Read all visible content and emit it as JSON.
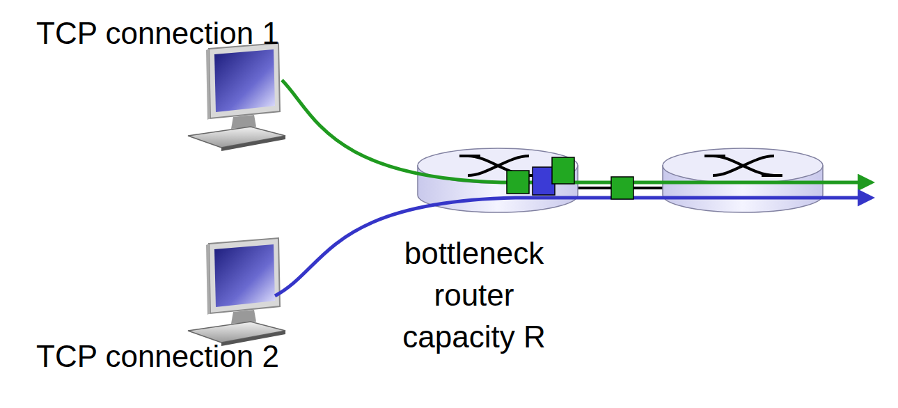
{
  "diagram": {
    "labels": [
      "TCP connection 1",
      "bottleneck router capacity R",
      "TCP connection 2"
    ]
  }
}
